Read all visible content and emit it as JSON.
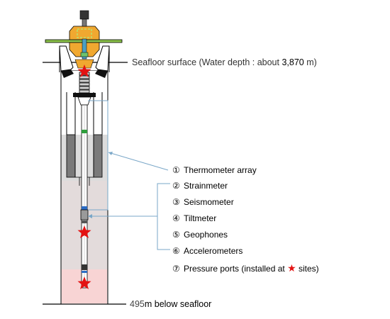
{
  "surface": {
    "prefix": "Seafloor surface (Water depth : about ",
    "depth": "3,870",
    "suffix": " m)"
  },
  "bottom": {
    "depth": "495",
    "suffix": "m below seafloor"
  },
  "instruments": [
    {
      "num": "①",
      "label": "Thermometer array"
    },
    {
      "num": "②",
      "label": "Strainmeter"
    },
    {
      "num": "③",
      "label": "Seismometer"
    },
    {
      "num": "④",
      "label": "Tiltmeter"
    },
    {
      "num": "⑤",
      "label": "Geophones"
    },
    {
      "num": "⑥",
      "label": "Accelerometers"
    },
    {
      "num": "⑦",
      "label": "Pressure ports (installed at",
      "star": "★",
      "label_after": " sites)"
    }
  ],
  "colors": {
    "wellhead": "#f0a830",
    "platform": "#8bc34a",
    "casing_fill": "#7a7a7a",
    "borehole_fill": "#d8d8d8",
    "pressure_zone": "#f8d4d4",
    "leader": "#7aa7c8",
    "star": "#e31212"
  },
  "icons": {
    "pressure_port": "red-star-icon"
  }
}
